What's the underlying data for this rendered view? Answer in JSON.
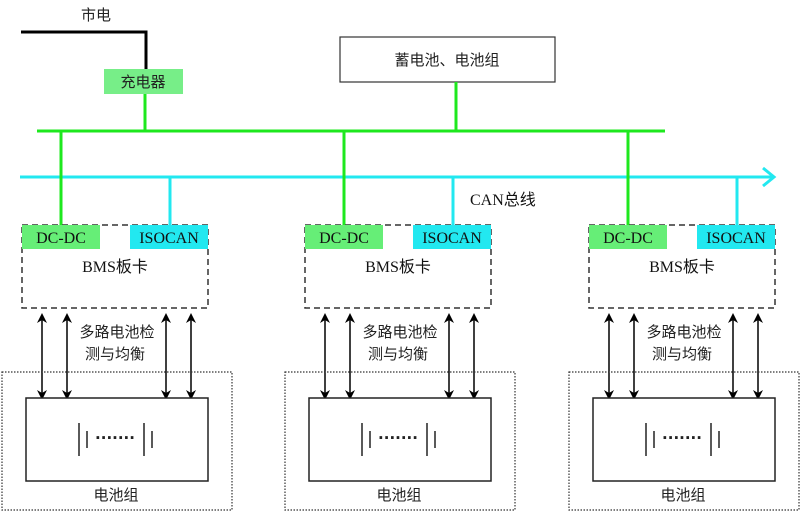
{
  "colors": {
    "power_bus": "#1ee81e",
    "can_bus": "#22e8f0",
    "dcdc_fill": "#66ee77",
    "isocan_fill": "#22e8f0",
    "charger_fill": "#77ee88",
    "mains_line": "#000000"
  },
  "mains": {
    "label": "市电"
  },
  "charger": {
    "label": "充电器"
  },
  "storage": {
    "label": "蓄电池、电池组"
  },
  "can_bus": {
    "label": "CAN总线"
  },
  "modules": [
    {
      "dcdc": "DC-DC",
      "isocan": "ISOCAN",
      "bms": "BMS板卡",
      "detect_line1": "多路电池检",
      "detect_line2": "测与均衡",
      "pack": "电池组"
    },
    {
      "dcdc": "DC-DC",
      "isocan": "ISOCAN",
      "bms": "BMS板卡",
      "detect_line1": "多路电池检",
      "detect_line2": "测与均衡",
      "pack": "电池组"
    },
    {
      "dcdc": "DC-DC",
      "isocan": "ISOCAN",
      "bms": "BMS板卡",
      "detect_line1": "多路电池检",
      "detect_line2": "测与均衡",
      "pack": "电池组"
    }
  ],
  "battery_symbol": {
    "dots": "·······"
  }
}
